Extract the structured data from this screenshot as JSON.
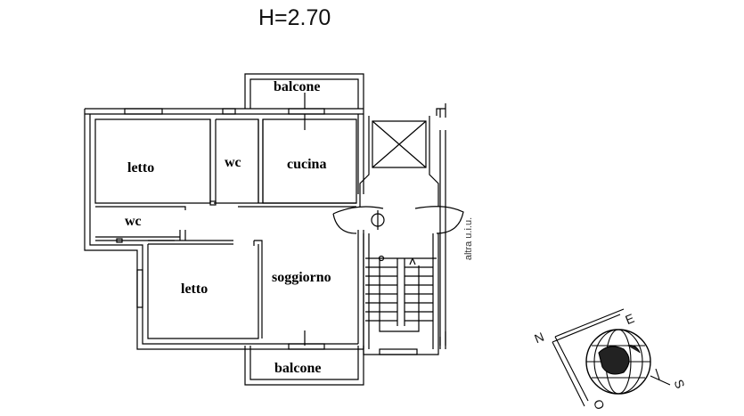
{
  "header": {
    "height_label": "H=2.70"
  },
  "rooms": {
    "balcone_top": "balcone",
    "letto_1": "letto",
    "wc_1": "wc",
    "cucina": "cucina",
    "wc_2": "wc",
    "letto_2": "letto",
    "soggiorno": "soggiorno",
    "balcone_bottom": "balcone"
  },
  "side_note": "altra u.i.u.",
  "compass": {
    "n": "N",
    "e": "E",
    "s": "S",
    "o": "O"
  }
}
